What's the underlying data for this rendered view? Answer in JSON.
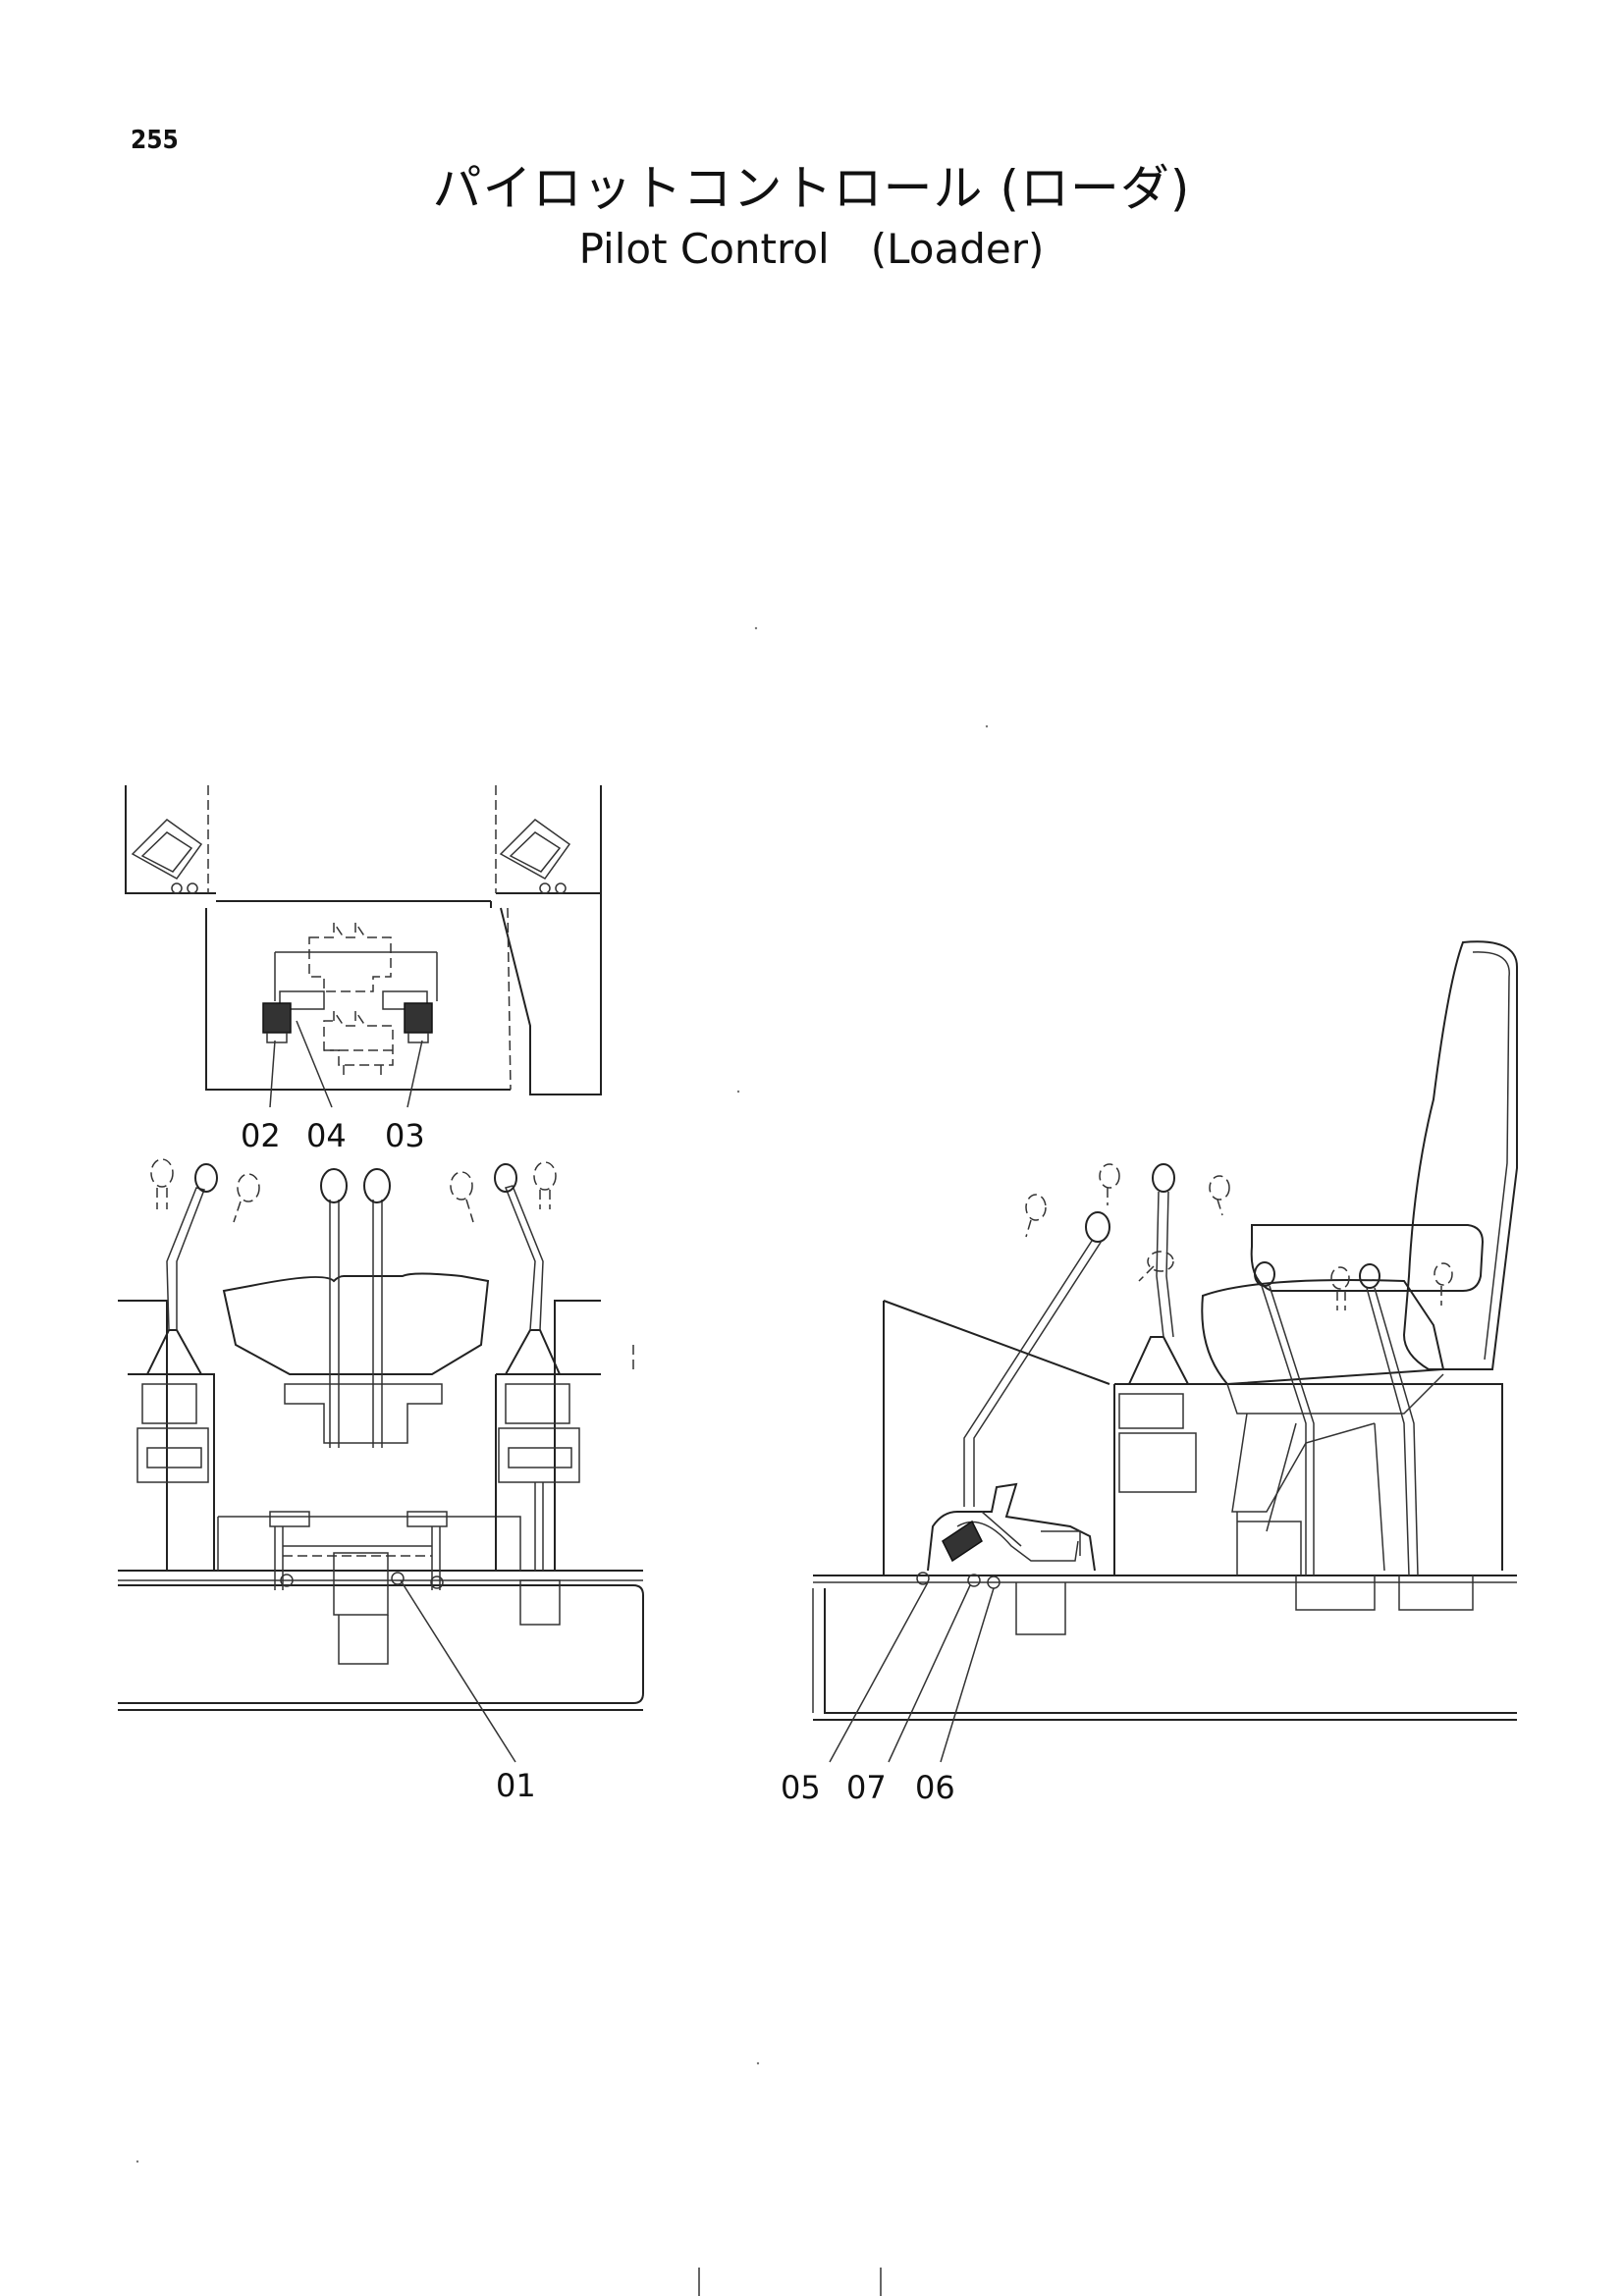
{
  "page": {
    "number": "255",
    "title_jp": "パイロットコントロール (ローダ)",
    "title_en": "Pilot Control　(Loader)"
  },
  "callouts": [
    "02",
    "04",
    "03",
    "01",
    "05",
    "07",
    "06"
  ],
  "colors": {
    "line": "#222222",
    "background": "#ffffff"
  }
}
